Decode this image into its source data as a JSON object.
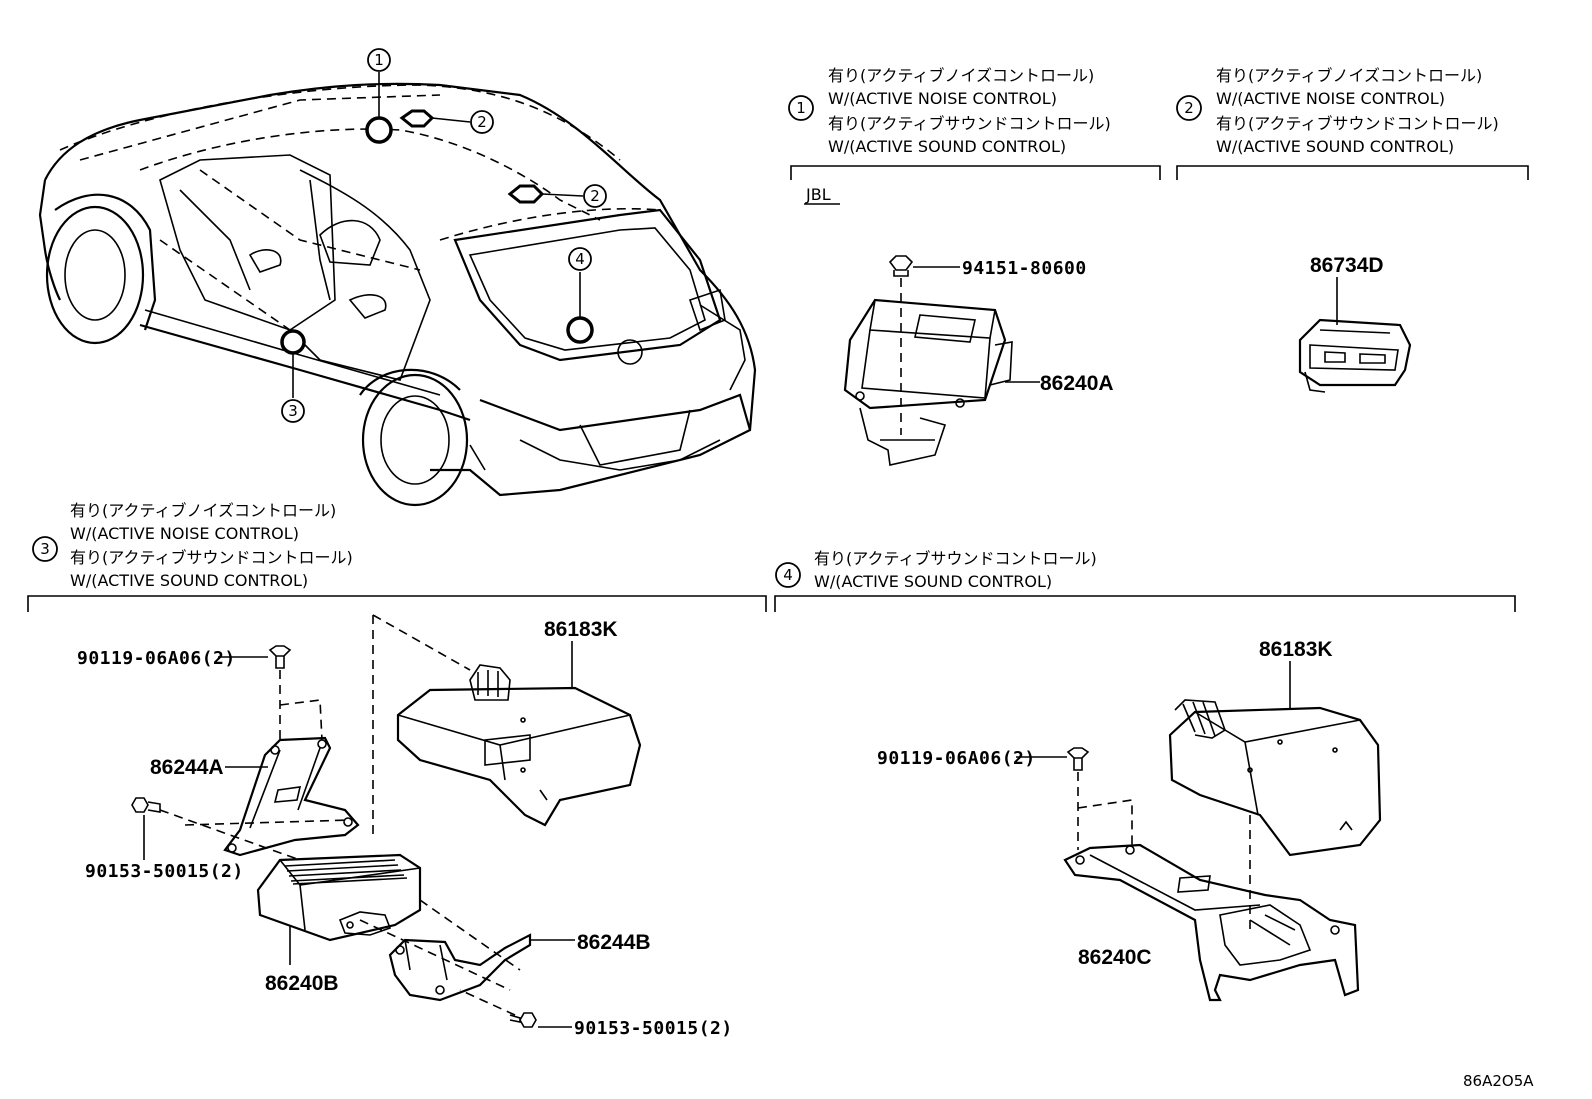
{
  "callouts": [
    {
      "num": "1",
      "jp1": "有り(アクティブノイズコントロール)",
      "en1": "W/(ACTIVE NOISE CONTROL)",
      "jp2": "有り(アクティブサウンドコントロール)",
      "en2": "W/(ACTIVE SOUND CONTROL)",
      "sub": "JBL"
    },
    {
      "num": "2",
      "jp1": "有り(アクティブノイズコントロール)",
      "en1": "W/(ACTIVE NOISE CONTROL)",
      "jp2": "有り(アクティブサウンドコントロール)",
      "en2": "W/(ACTIVE SOUND CONTROL)"
    },
    {
      "num": "3",
      "jp1": "有り(アクティブノイズコントロール)",
      "en1": "W/(ACTIVE NOISE CONTROL)",
      "jp2": "有り(アクティブサウンドコントロール)",
      "en2": "W/(ACTIVE SOUND CONTROL)"
    },
    {
      "num": "4",
      "jp1": "有り(アクティブサウンドコントロール)",
      "en1": "W/(ACTIVE SOUND CONTROL)"
    }
  ],
  "car_markers": [
    "1",
    "2",
    "2",
    "3",
    "4"
  ],
  "parts": {
    "p94151": "94151-80600",
    "p86240A": "86240A",
    "p86734D": "86734D",
    "p90119_left": "90119-06A06(2)",
    "p86183K_left": "86183K",
    "p86244A": "86244A",
    "p90153_left": "90153-50015(2)",
    "p86244B": "86244B",
    "p86240B": "86240B",
    "p90153_bottom": "90153-50015(2)",
    "p86183K_right": "86183K",
    "p90119_right": "90119-06A06(2)",
    "p86240C": "86240C"
  },
  "figure_code": "86A2O5A"
}
